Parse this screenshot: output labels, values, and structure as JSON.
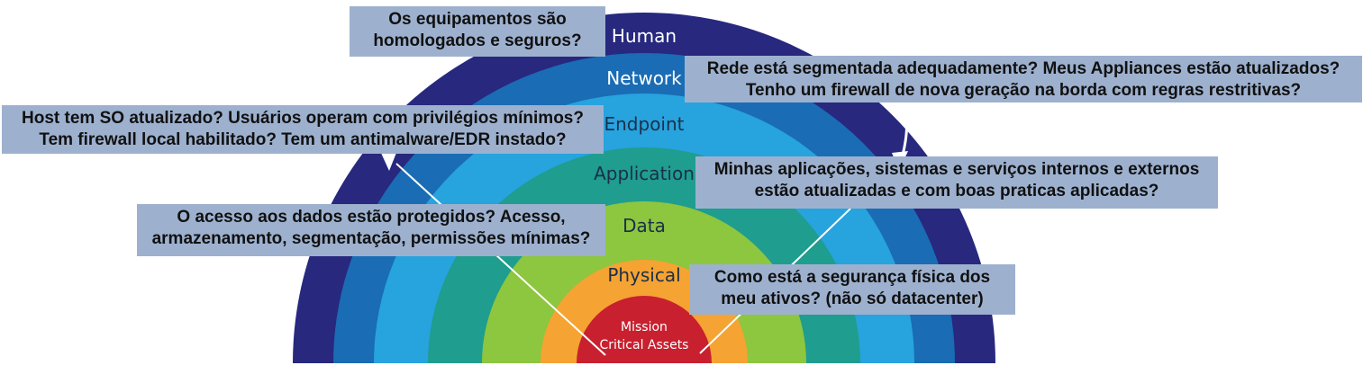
{
  "layers": [
    {
      "name": "Human",
      "color": "#27287e",
      "text_color": "#ffffff"
    },
    {
      "name": "Network",
      "color": "#1a6cb4",
      "text_color": "#ffffff"
    },
    {
      "name": "Endpoint",
      "color": "#27a3de",
      "text_color": "#1b2f4a"
    },
    {
      "name": "Application",
      "color": "#1f9d8e",
      "text_color": "#1b2f4a"
    },
    {
      "name": "Data",
      "color": "#8dc63f",
      "text_color": "#1b2f4a"
    },
    {
      "name": "Physical",
      "color": "#f5a332",
      "text_color": "#1b2f4a"
    }
  ],
  "core": {
    "line1": "Mission",
    "line2": "Critical Assets",
    "color": "#c8202f"
  },
  "callouts": {
    "human": {
      "line1": "Os equipamentos são",
      "line2": "homologados e seguros?"
    },
    "network": {
      "line1": "Rede está segmentada adequadamente? Meus Appliances estão atualizados?",
      "line2": "Tenho um firewall de nova geração na borda com regras restritivas?"
    },
    "endpoint": {
      "line1": "Host tem SO atualizado? Usuários operam com privilégios mínimos?",
      "line2": "Tem firewall local habilitado? Tem um antimalware/EDR instado?"
    },
    "application": {
      "line1": "Minhas aplicações, sistemas e serviços internos e externos",
      "line2": "estão atualizadas e com boas praticas aplicadas?"
    },
    "data": {
      "line1": "O acesso aos dados estão protegidos? Acesso,",
      "line2": "armazenamento, segmentação, permissões mínimas?"
    },
    "physical": {
      "line1": "Como está a segurança física dos",
      "line2": "meu ativos? (não só datacenter)"
    }
  }
}
